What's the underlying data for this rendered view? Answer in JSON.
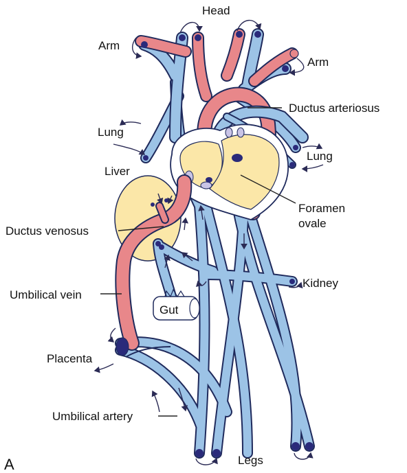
{
  "panel_letter": "A",
  "labels": {
    "head": "Head",
    "arm_left": "Arm",
    "arm_right": "Arm",
    "ductus_arteriosus": "Ductus arteriosus",
    "lung_left": "Lung",
    "lung_right": "Lung",
    "liver": "Liver",
    "foramen_ovale_line1": "Foramen",
    "foramen_ovale_line2": "ovale",
    "ductus_venosus": "Ductus venosus",
    "umbilical_vein": "Umbilical vein",
    "gut": "Gut",
    "kidney": "Kidney",
    "placenta": "Placenta",
    "umbilical_artery": "Umbilical artery",
    "legs": "Legs"
  },
  "colors": {
    "venous_blue": "#9cc3e6",
    "vessel_outline": "#1f2a5c",
    "oxygenated_red": "#e8878a",
    "organ_yellow": "#fbe7a8",
    "vessel_end_navy": "#2a2a7a"
  }
}
